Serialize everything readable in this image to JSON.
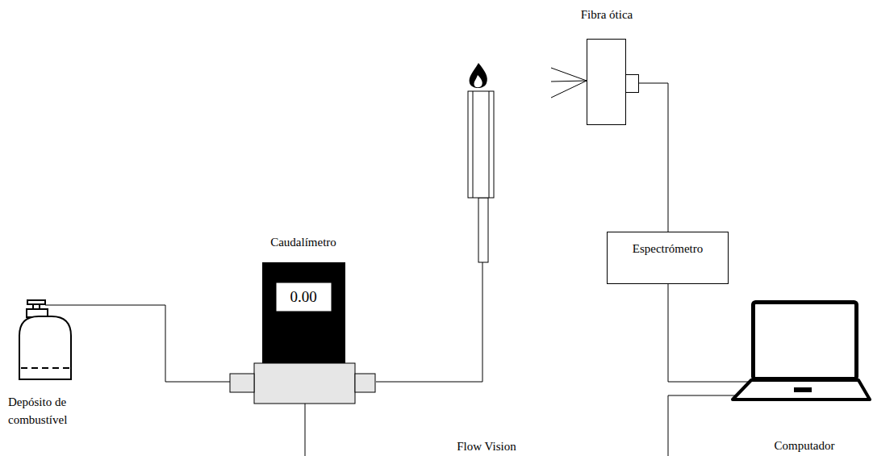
{
  "diagram": {
    "nodes": [
      {
        "text": [
          "Depósito de combustível"
        ]
      },
      {
        "text": [
          "Caudalímetro",
          "0.00"
        ]
      },
      {
        "text": [
          "Fibra ótica"
        ]
      },
      {
        "text": [
          "Espectrómetro"
        ]
      },
      {
        "text": [
          "Computador"
        ]
      }
    ],
    "edges": [
      {
        "from": 0,
        "to": 1,
        "arrow": "none"
      },
      {
        "from": 2,
        "to": 3,
        "arrow": "none"
      },
      {
        "from": 3,
        "to": 4,
        "arrow": "none"
      },
      {
        "from": 1,
        "to": 4,
        "arrow": "none",
        "label": "Flow Vision"
      }
    ]
  }
}
